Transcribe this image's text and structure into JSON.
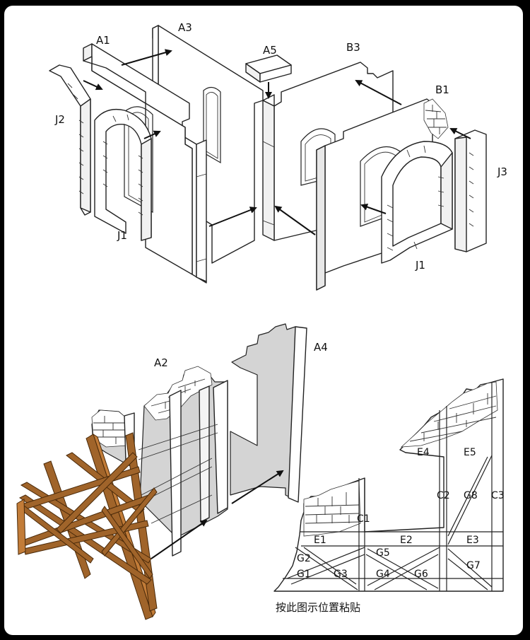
{
  "top_labels": {
    "A1": "A1",
    "A3": "A3",
    "A5": "A5",
    "B3": "B3",
    "B1": "B1",
    "J2": "J2",
    "J1_left": "J1",
    "J1_right": "J1",
    "J3": "J3"
  },
  "bottom_labels": {
    "A2": "A2",
    "A4": "A4"
  },
  "guide_labels": {
    "E4": "E4",
    "E5": "E5",
    "C2": "C2",
    "G8": "G8",
    "C3": "C3",
    "C1": "C1",
    "E1": "E1",
    "E2": "E2",
    "E3": "E3",
    "G2": "G2",
    "G5": "G5",
    "G7": "G7",
    "G1": "G1",
    "G3": "G3",
    "G4": "G4",
    "G6": "G6"
  },
  "caption": "按此图示位置粘贴",
  "colors": {
    "background": "#000000",
    "panel": "#ffffff",
    "wood": "#a0642a",
    "wall_gray": "#d4d4d4"
  }
}
